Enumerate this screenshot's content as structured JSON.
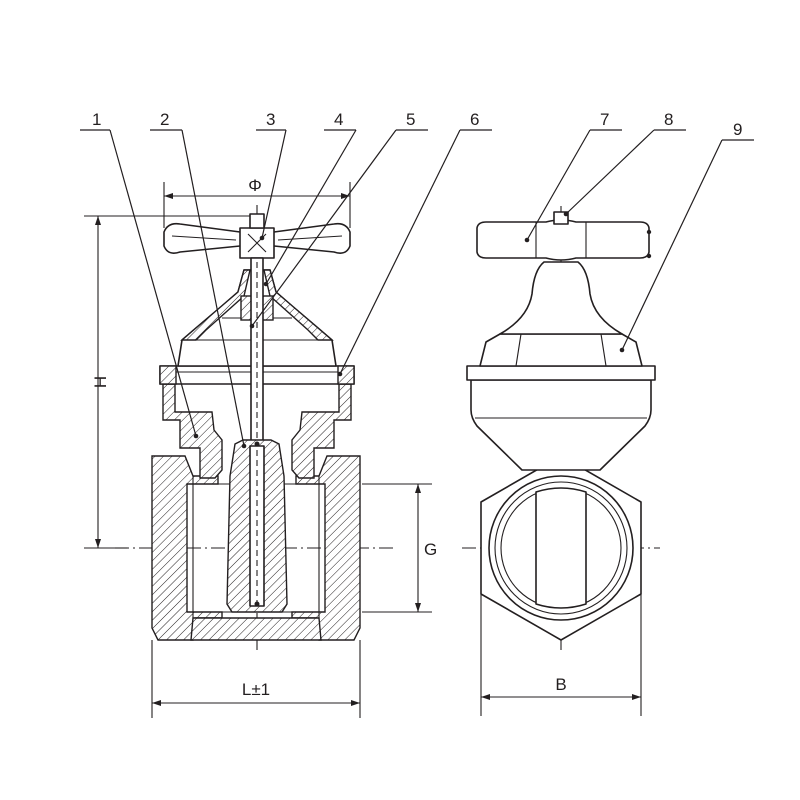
{
  "parts": [
    {
      "number": "1"
    },
    {
      "number": "2"
    },
    {
      "number": "3"
    },
    {
      "number": "4"
    },
    {
      "number": "5"
    },
    {
      "number": "6"
    },
    {
      "number": "7"
    },
    {
      "number": "8"
    },
    {
      "number": "9"
    }
  ],
  "dimensions": {
    "handwheel": "Φ",
    "height": "H",
    "thread": "G",
    "length": "L±1",
    "width": "B"
  },
  "colors": {
    "line": "#231f20",
    "background": "#ffffff"
  }
}
